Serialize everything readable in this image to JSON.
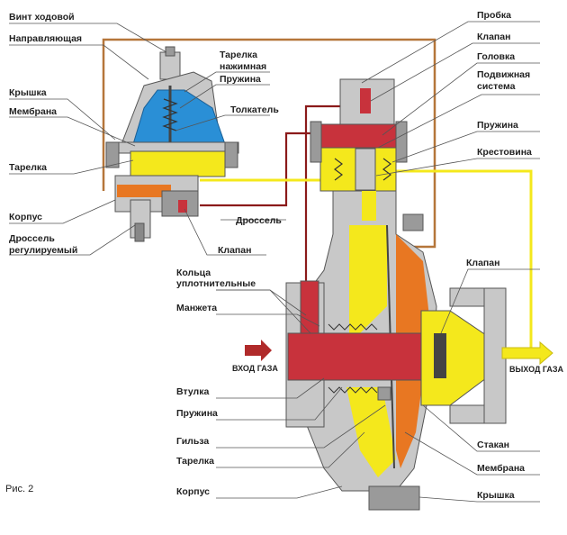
{
  "labels": {
    "vint_hodovoy": "Винт ходовой",
    "napravlyayushchaya": "Направляющая",
    "kryshka_left": "Крышка",
    "membrana_left": "Мембрана",
    "tarelka_left": "Тарелка",
    "korpus_left": "Корпус",
    "drossel_reg_1": "Дроссель",
    "drossel_reg_2": "регулируемый",
    "tarelka_nazh_1": "Тарелка",
    "tarelka_nazh_2": "нажимная",
    "pruzhina_top": "Пружина",
    "tolkatel": "Толкатель",
    "drossel": "Дроссель",
    "klapan_pilot": "Клапан",
    "probka": "Пробка",
    "klapan_right_top": "Клапан",
    "golovka": "Головка",
    "podv_sys_1": "Подвижная",
    "podv_sys_2": "система",
    "pruzhina_right": "Пружина",
    "krestovina": "Крестовина",
    "koltsa_1": "Кольца",
    "koltsa_2": "уплотнительные",
    "manzheta": "Манжета",
    "vtulka": "Втулка",
    "pruzhina_bottom": "Пружина",
    "gilza": "Гильза",
    "tarelka_bottom": "Тарелка",
    "korpus_bottom": "Корпус",
    "klapan_right_mid": "Клапан",
    "stakan": "Стакан",
    "membrana_right": "Мембрана",
    "kryshka_right": "Крышка",
    "vhod_gaza": "ВХОД ГАЗА",
    "vyhod_gaza": "ВЫХОД ГАЗА",
    "figure": "Рис. 2"
  },
  "colors": {
    "gas_inlet": "#c8323c",
    "gas_outlet": "#f4e81c",
    "control": "#e87722",
    "spring_chamber": "#2a8fd6",
    "body": "#c8c8c8",
    "impulse_line": "#b5763a",
    "arrow": "#b02a2a"
  }
}
